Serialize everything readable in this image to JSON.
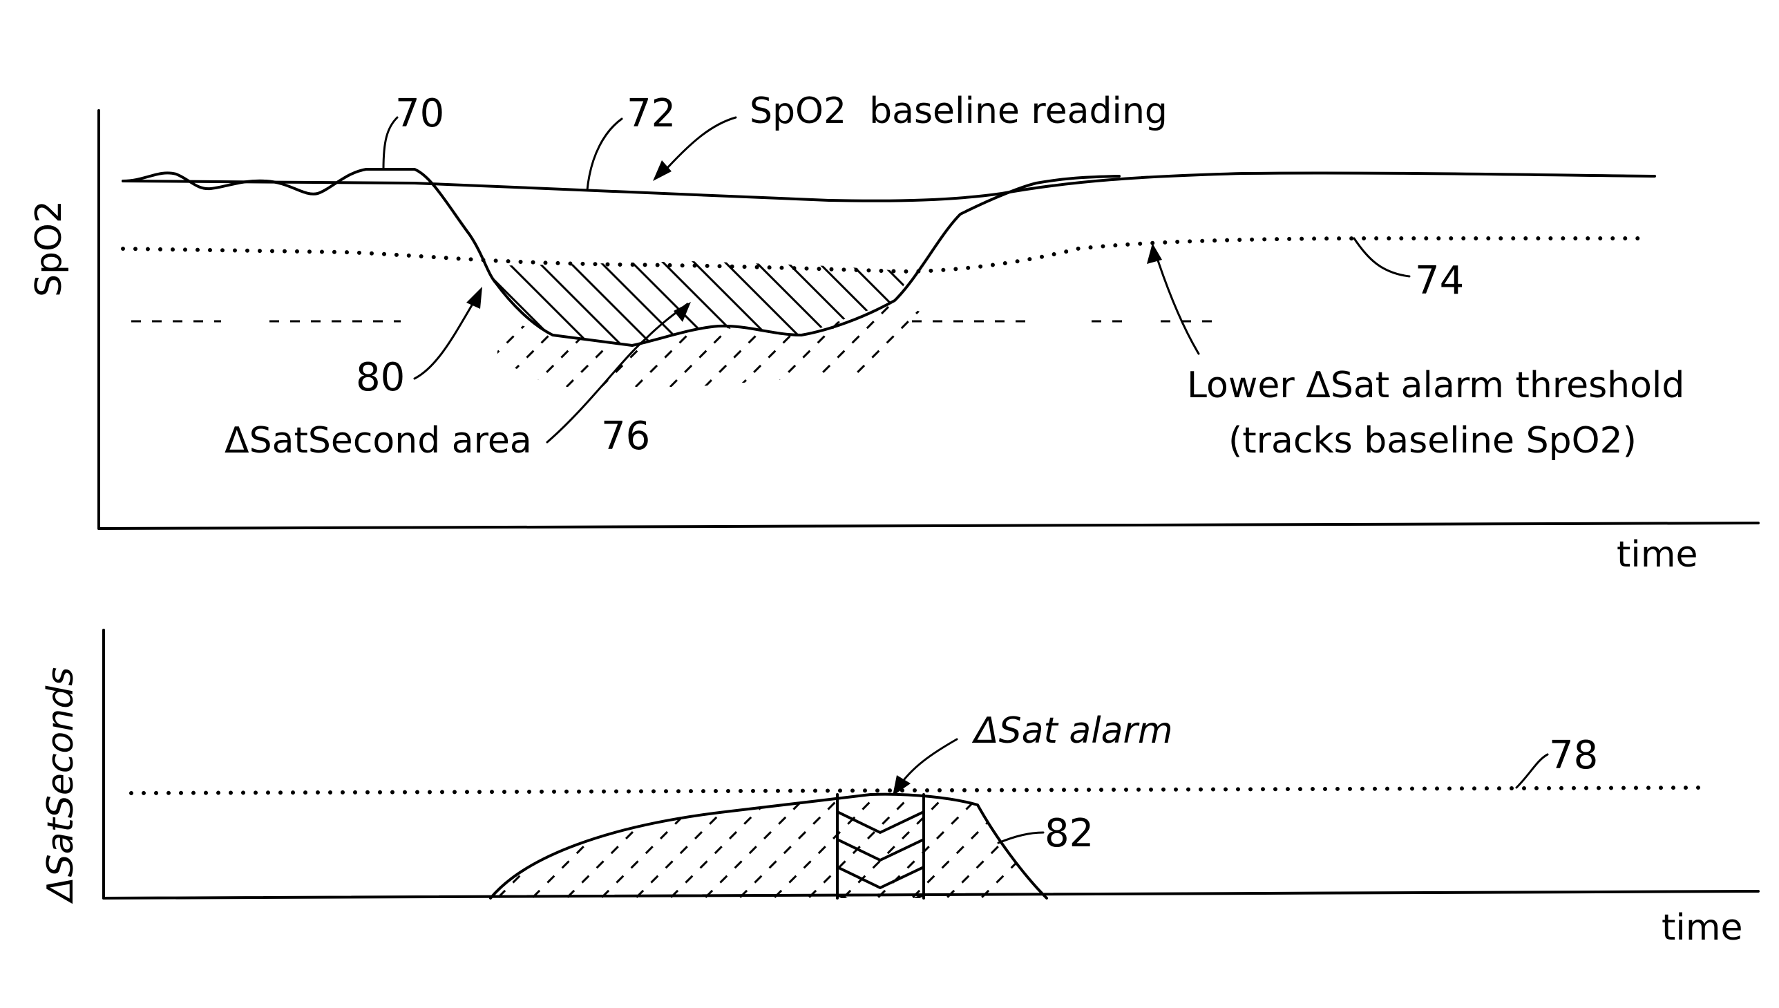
{
  "top_chart": {
    "y_axis_label": "SpO2",
    "x_axis_label": "time",
    "callouts": {
      "ref_70": "70",
      "ref_72": "72",
      "ref_74": "74",
      "ref_76": "76",
      "ref_80": "80",
      "baseline_label": "SpO2  baseline reading",
      "area_label": "ΔSatSecond area",
      "threshold_label_line1": "Lower ΔSat alarm threshold",
      "threshold_label_line2": "(tracks baseline SpO2)"
    }
  },
  "bottom_chart": {
    "y_axis_label": "ΔSatSeconds",
    "x_axis_label": "time",
    "callouts": {
      "alarm_label": "ΔSat alarm",
      "ref_78": "78",
      "ref_82": "82"
    }
  },
  "colors": {
    "ink": "#000000",
    "background": "#ffffff"
  }
}
